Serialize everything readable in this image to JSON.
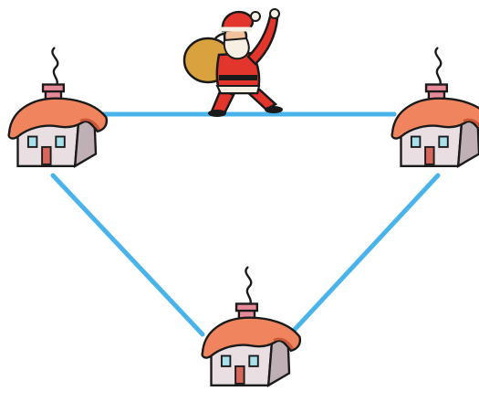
{
  "colors": {
    "path": "#4ab4ea",
    "roof": "#f0845e",
    "roof_dark": "#c9573a",
    "wall": "#e9dfe2",
    "wall_shadow": "#bfb0b5",
    "window": "#a9e0ea",
    "door": "#d9665b",
    "chimney": "#e68a9a",
    "outline": "#1a1a1a",
    "santa_red": "#e2352b",
    "santa_white": "#f6efe3",
    "sack": "#d9a23f",
    "skin": "#f2c09a"
  },
  "houses": [
    {
      "name": "house-left"
    },
    {
      "name": "house-right"
    },
    {
      "name": "house-bottom"
    }
  ],
  "santa": {
    "icon": "santa-claus-icon"
  }
}
